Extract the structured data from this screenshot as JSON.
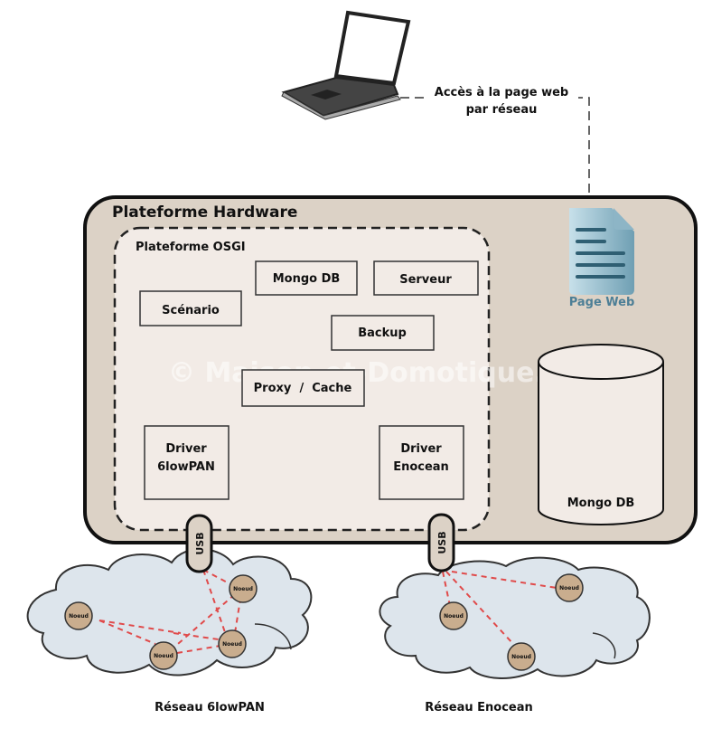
{
  "laptop": {
    "icon": "laptop-icon",
    "link_label_line1": "Accès à la page web",
    "link_label_line2": "par réseau"
  },
  "hardware": {
    "title": "Plateforme Hardware",
    "page_web": {
      "icon": "document-icon",
      "label": "Page Web"
    },
    "database": {
      "icon": "database-cylinder-icon",
      "label": "Mongo DB"
    },
    "osgi": {
      "title": "Plateforme OSGI",
      "modules": {
        "mongo": "Mongo DB",
        "serveur": "Serveur",
        "scenario": "Scénario",
        "backup": "Backup",
        "proxy": "Proxy  /  Cache",
        "driver_6lowpan_l1": "Driver",
        "driver_6lowpan_l2": "6lowPAN",
        "driver_enocean_l1": "Driver",
        "driver_enocean_l2": "Enocean"
      }
    }
  },
  "usb": {
    "left": "USB",
    "right": "USB"
  },
  "networks": {
    "sixlowpan": {
      "label": "Réseau 6lowPAN",
      "nodes": [
        "Noeud",
        "Noeud",
        "Noeud",
        "Noeud"
      ]
    },
    "enocean": {
      "label": "Réseau Enocean",
      "nodes": [
        "Noeud",
        "Noeud",
        "Noeud"
      ]
    }
  },
  "watermark": "© Maison-et-Domotique.com",
  "colors": {
    "hardware_fill": "#dcd2c6",
    "osgi_fill": "#f2ebe6",
    "cloud_fill": "#dde5ec",
    "node_fill": "#c9ad8e",
    "link_red": "#e04a4a",
    "doc_blue": "#5e93ab"
  }
}
